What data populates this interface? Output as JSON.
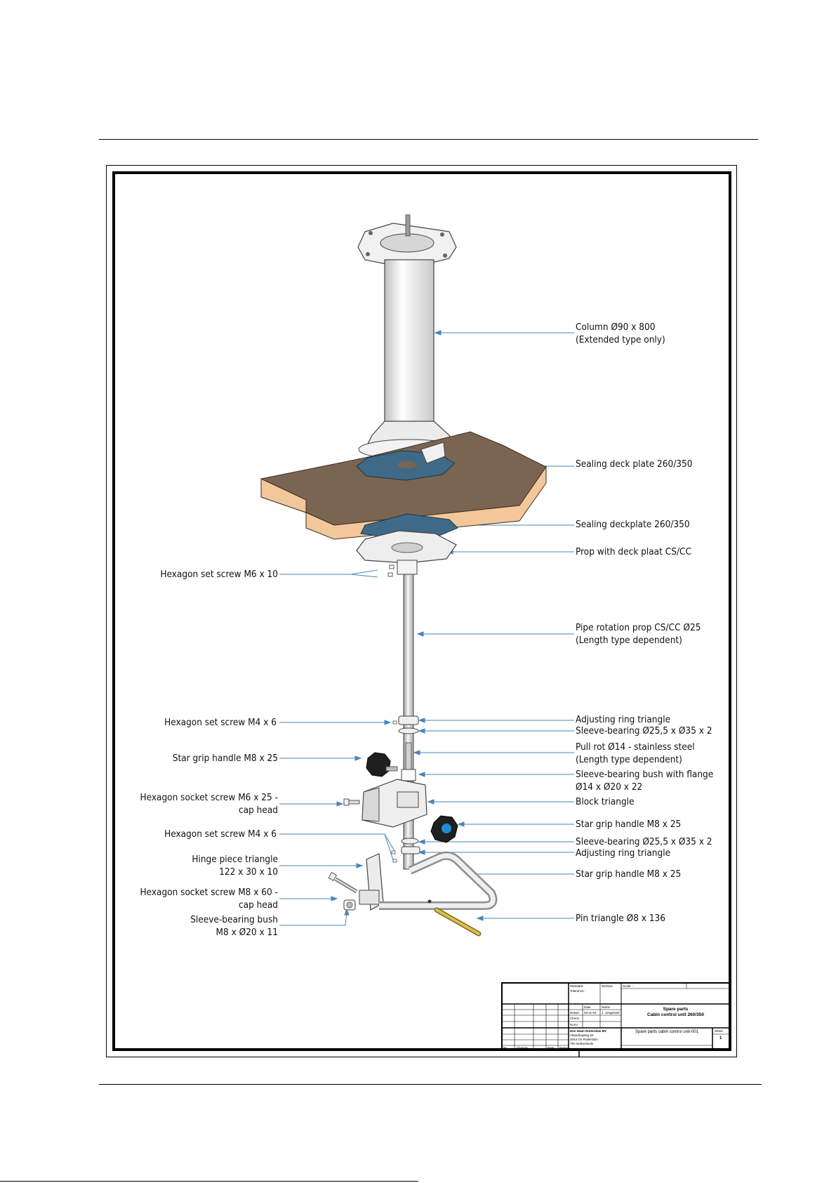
{
  "labels_right": [
    {
      "id": "column",
      "lines": [
        "Column Ø90 x 800",
        "(Extended type only)"
      ]
    },
    {
      "id": "sealing-deck-plate",
      "lines": [
        "Sealing deck plate 260/350"
      ]
    },
    {
      "id": "sealing-deckplate",
      "lines": [
        "Sealing deckplate 260/350"
      ]
    },
    {
      "id": "prop-deck",
      "lines": [
        "Prop with deck plaat CS/CC"
      ]
    },
    {
      "id": "pipe-rotation",
      "lines": [
        "Pipe rotation prop CS/CC Ø25",
        "(Length type dependent)"
      ]
    },
    {
      "id": "adjusting-ring-1",
      "lines": [
        "Adjusting ring triangle"
      ]
    },
    {
      "id": "sleeve-bearing-1",
      "lines": [
        "Sleeve-bearing Ø25,5 x Ø35 x 2"
      ]
    },
    {
      "id": "pull-rot",
      "lines": [
        "Pull rot Ø14 - stainless steel",
        "(Length type dependent)"
      ]
    },
    {
      "id": "sleeve-bush-flange",
      "lines": [
        "Sleeve-bearing bush with flange",
        "Ø14 x Ø20 x 22"
      ]
    },
    {
      "id": "block-triangle",
      "lines": [
        "Block triangle"
      ]
    },
    {
      "id": "star-grip-1",
      "lines": [
        "Star grip handle M8 x 25"
      ]
    },
    {
      "id": "sleeve-bearing-2",
      "lines": [
        "Sleeve-bearing Ø25,5 x Ø35 x 2"
      ]
    },
    {
      "id": "adjusting-ring-2",
      "lines": [
        "Adjusting ring triangle"
      ]
    },
    {
      "id": "star-grip-2",
      "lines": [
        "Star grip handle M8 x 25"
      ]
    },
    {
      "id": "pin-triangle",
      "lines": [
        "Pin triangle Ø8 x 136"
      ]
    }
  ],
  "labels_left": [
    {
      "id": "hex-set-m6",
      "lines": [
        "Hexagon set screw M6 x 10"
      ]
    },
    {
      "id": "hex-set-m4-1",
      "lines": [
        "Hexagon set screw M4 x 6"
      ]
    },
    {
      "id": "star-grip-left",
      "lines": [
        "Star grip handle M8 x 25"
      ]
    },
    {
      "id": "hex-socket-m6",
      "lines": [
        "Hexagon socket screw M6 x 25 -",
        "cap head"
      ]
    },
    {
      "id": "hex-set-m4-2",
      "lines": [
        "Hexagon set screw M4 x 6"
      ]
    },
    {
      "id": "hinge-piece",
      "lines": [
        "Hinge piece triangle",
        "122 x 30 x 10"
      ]
    },
    {
      "id": "hex-socket-m8",
      "lines": [
        "Hexagon socket screw M8 x 60 -",
        "cap head"
      ]
    },
    {
      "id": "sleeve-bush",
      "lines": [
        "Sleeve-bearing bush",
        "M8 x Ø20 x 11"
      ]
    }
  ],
  "title_block": {
    "standard": "Standard:",
    "tolerance": "Tolerance:",
    "surface": "Surface:",
    "scale": "Scale: -",
    "date_head": "Date",
    "name_head": "Name",
    "drawn": "Drawn",
    "drawn_date": "03-11-04",
    "drawn_name": "J. Jongeneel",
    "check": "Check",
    "norm": "Norm",
    "title_line1": "Spare parts",
    "title_line2": "Cabin control unit 260/350",
    "company_name": "Den Haan Rotterdam BV",
    "company_line2": "Vlaardingweg 62",
    "company_line3": "3044 CK Rotterdam",
    "company_line4": "The Netherlands",
    "drawing_name": "Spare parts cabin control unit-001",
    "sheet_label": "Sheet",
    "sheet_number": "1",
    "rev_change": "Change",
    "rev_date": "Date",
    "rev_name": "Name",
    "rev_no": "Nr."
  },
  "colors": {
    "leader": "#4a86b8",
    "wood_top": "#7a6552",
    "wood_side": "#f2c79a",
    "seal": "#3f6a87",
    "steel": "#e2e2e2",
    "brass": "#d8c24a",
    "knob": "#1f1f1f",
    "knob_accent": "#1a8fd0"
  }
}
